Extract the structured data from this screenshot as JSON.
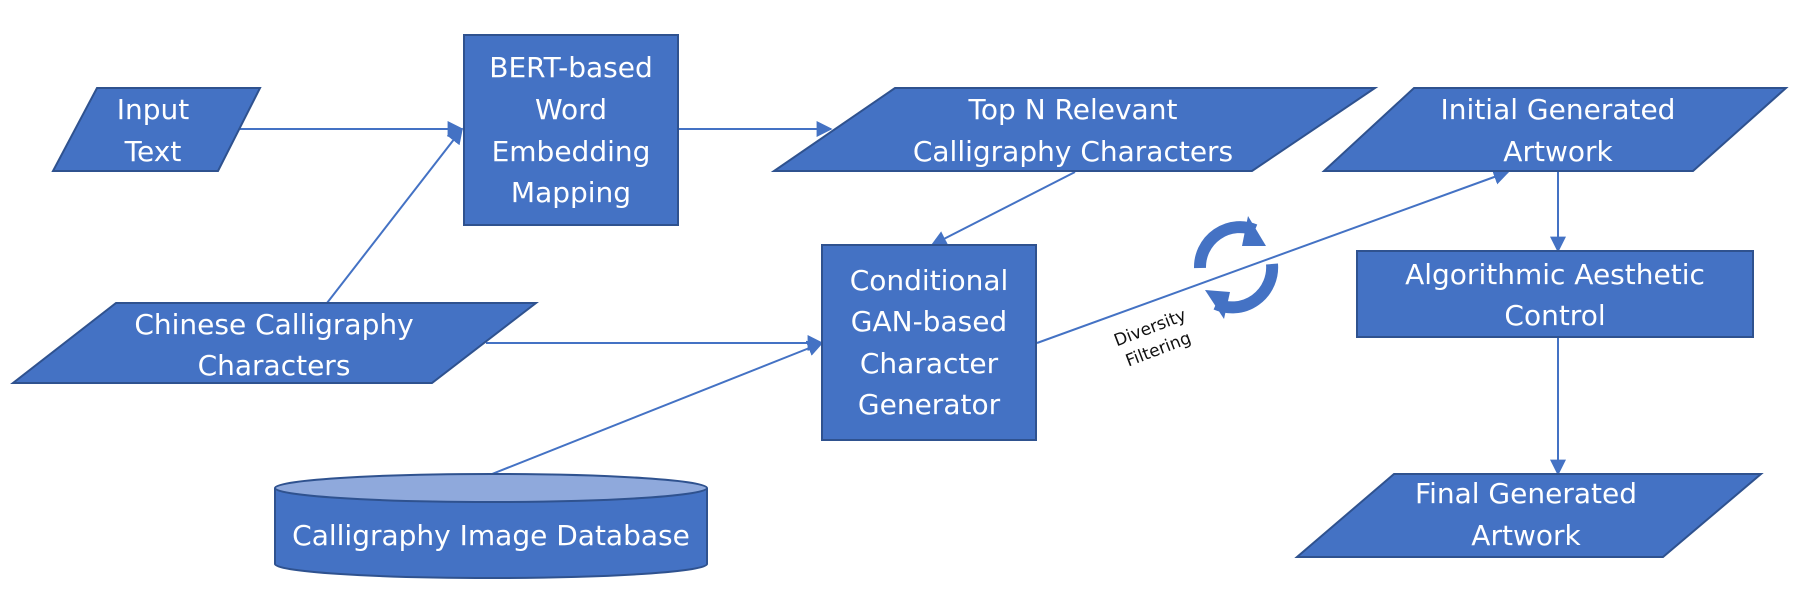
{
  "colors": {
    "node_fill": "#4472C4",
    "node_stroke": "#2F528F",
    "cylinder_top": "#8FA9DC",
    "edge": "#4472C4",
    "text": "#FFFFFF"
  },
  "nodes": {
    "input_text": {
      "lines": [
        "Input",
        "Text"
      ]
    },
    "bert_mapping": {
      "lines": [
        "BERT-based",
        "Word",
        "Embedding",
        "Mapping"
      ]
    },
    "top_n_relevant": {
      "lines": [
        "Top N Relevant",
        "Calligraphy Characters"
      ]
    },
    "initial_artwork": {
      "lines": [
        "Initial Generated",
        "Artwork"
      ]
    },
    "chinese_calligraphy": {
      "lines": [
        "Chinese Calligraphy",
        "Characters"
      ]
    },
    "cgan_generator": {
      "lines": [
        "Conditional",
        "GAN-based",
        "Character",
        "Generator"
      ]
    },
    "aesthetic_control": {
      "lines": [
        "Algorithmic Aesthetic",
        "Control"
      ]
    },
    "image_database": {
      "lines": [
        "Calligraphy Image Database"
      ]
    },
    "final_artwork": {
      "lines": [
        "Final Generated",
        "Artwork"
      ]
    }
  },
  "annotations": {
    "diversity_filtering": [
      "Diversity",
      "Filtering"
    ]
  },
  "icons": {
    "cycle": "refresh-cycle-icon"
  }
}
